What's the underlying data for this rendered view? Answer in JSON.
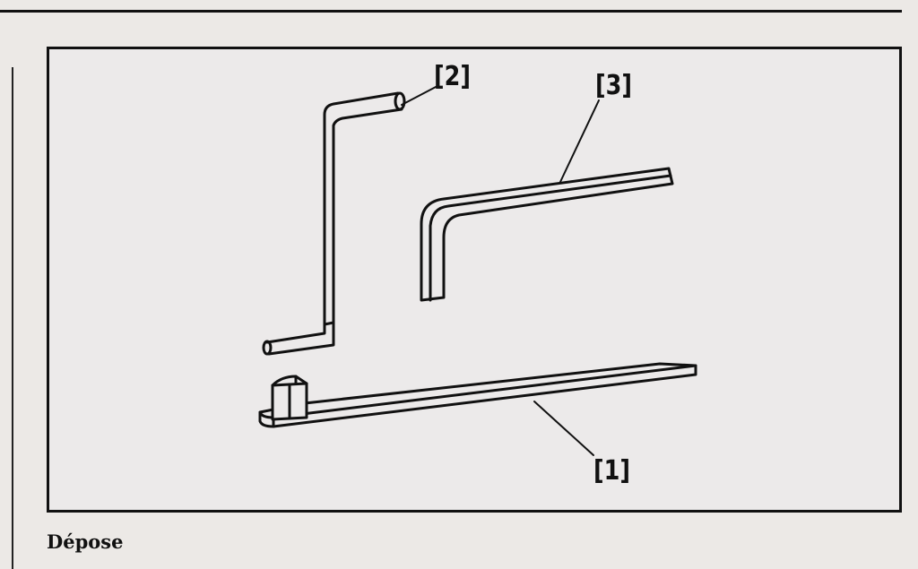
{
  "figure": {
    "callouts": [
      "[1]",
      "[2]",
      "[3]"
    ]
  },
  "section_title": "Dépose"
}
